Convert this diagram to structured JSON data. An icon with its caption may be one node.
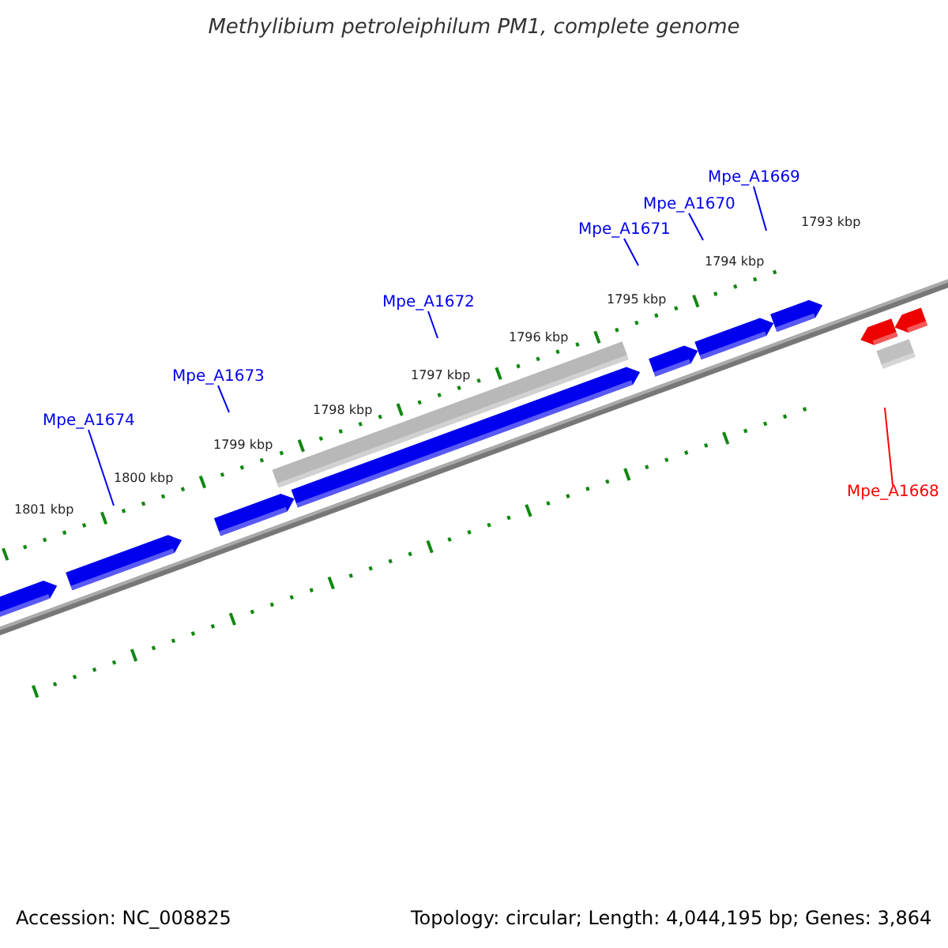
{
  "diagram": {
    "title": "Methylibium petroleiphilum PM1, complete genome",
    "nodes": [
      {
        "text": [
          "Mpe_A1669"
        ]
      },
      {
        "text": [
          "Mpe_A1670"
        ]
      },
      {
        "text": [
          "Mpe_A1671"
        ]
      },
      {
        "text": [
          "Mpe_A1672"
        ]
      },
      {
        "text": [
          "Mpe_A1673"
        ]
      },
      {
        "text": [
          "Mpe_A1674"
        ]
      },
      {
        "text": [
          "Mpe_A1668"
        ]
      }
    ],
    "edges": [
      {
        "from": 0,
        "to": null,
        "arrow": "none"
      },
      {
        "from": 1,
        "to": null,
        "arrow": "none"
      },
      {
        "from": 2,
        "to": null,
        "arrow": "none"
      },
      {
        "from": 3,
        "to": null,
        "arrow": "none"
      },
      {
        "from": 4,
        "to": null,
        "arrow": "none"
      },
      {
        "from": 5,
        "to": null,
        "arrow": "none"
      },
      {
        "from": 6,
        "to": null,
        "arrow": "none",
        "color": "#ff0000"
      }
    ],
    "labels": [
      "1793 kbp",
      "1794 kbp",
      "1795 kbp",
      "1796 kbp",
      "1797 kbp",
      "1798 kbp",
      "1799 kbp",
      "1800 kbp",
      "1801 kbp",
      "Accession: NC_008825",
      "Topology: circular; Length: 4,044,195 bp; Genes: 3,864"
    ]
  }
}
